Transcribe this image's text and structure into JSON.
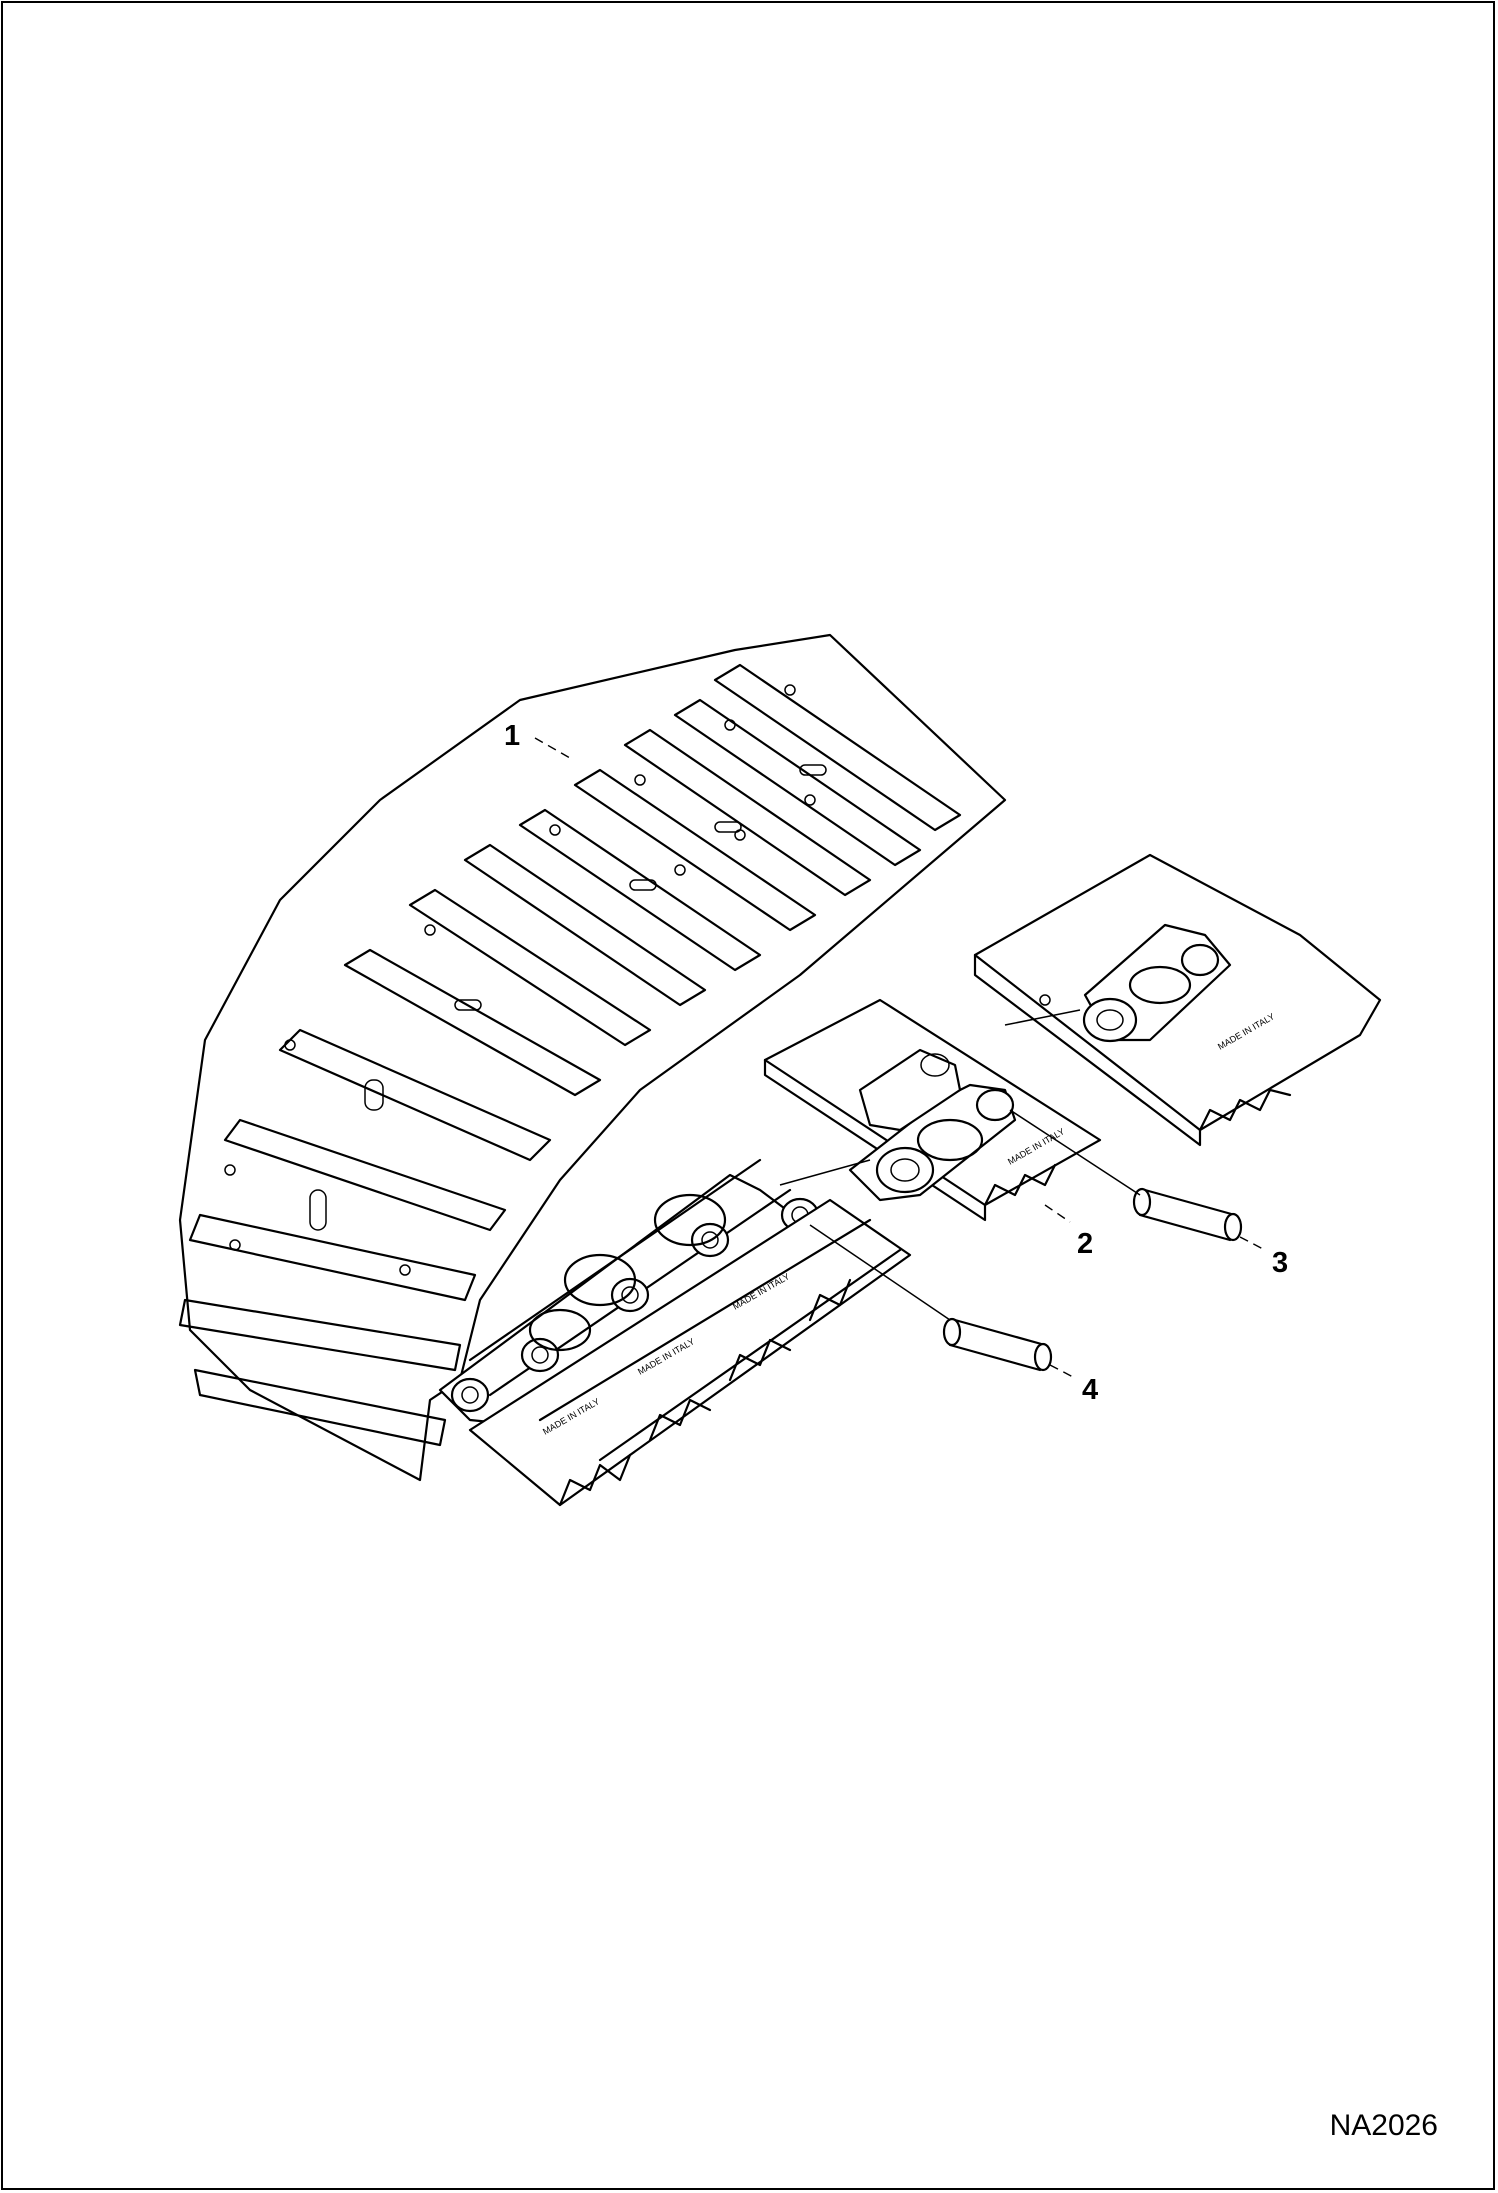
{
  "drawing_code": "NA2026",
  "callouts": [
    {
      "id": "1",
      "label": "1"
    },
    {
      "id": "2",
      "label": "2"
    },
    {
      "id": "3",
      "label": "3"
    },
    {
      "id": "4",
      "label": "4"
    }
  ],
  "stamp_text": "MADE IN ITALY"
}
